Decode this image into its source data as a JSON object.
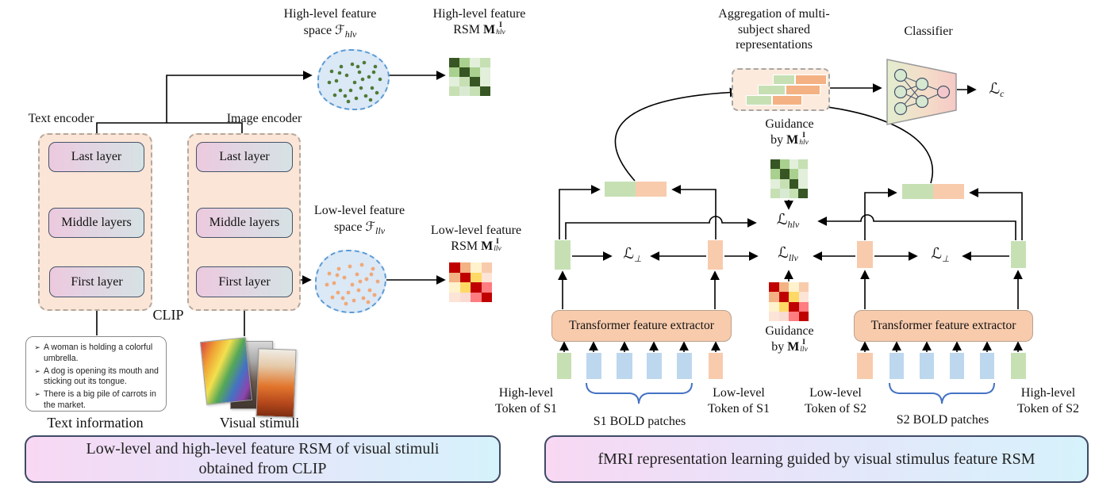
{
  "colors": {
    "token_green": "#c6e0b4",
    "token_orange": "#f8cbad",
    "token_blue": "#bdd7ee",
    "peach_fill": "#fbe5d6",
    "caption_left_color": "#f8d8f3",
    "caption_right_color": "#d6f2fb",
    "blob_fill": "#dbe8f6",
    "dot_green": "#4e7a34",
    "dot_orange": "#f0a878"
  },
  "left": {
    "hlv_space": {
      "line1": "High-level feature",
      "prefix": "space ",
      "symbol": "ℱ",
      "sub": "hlv"
    },
    "hlv_rsm": {
      "line1": "High-level feature",
      "prefix": "RSM ",
      "symbol": "M",
      "sup": "I",
      "sub": "hlv"
    },
    "llv_space": {
      "line1": "Low-level feature",
      "prefix": "space ",
      "symbol": "ℱ",
      "sub": "llv"
    },
    "llv_rsm": {
      "line1": "Low-level feature",
      "prefix": "RSM ",
      "symbol": "M",
      "sup": "I",
      "sub": "llv"
    },
    "text_encoder": "Text encoder",
    "image_encoder": "Image encoder",
    "clip": "CLIP",
    "layers": [
      "Last layer",
      "Middle layers",
      "First layer"
    ],
    "bullet": "➢",
    "text_items": [
      "A woman is holding a colorful umbrella.",
      "A dog is opening its mouth and sticking out its tongue.",
      "There is a big pile of carrots in the market."
    ],
    "text_information": "Text information",
    "visual_stimuli": "Visual stimuli",
    "caption": "Low-level and high-level feature RSM of visual stimuli obtained from CLIP"
  },
  "right": {
    "aggregation": "Aggregation of multi-subject shared representations",
    "classifier": "Classifier",
    "loss_c": {
      "symbol": "ℒ",
      "sub": "c"
    },
    "loss_hlv": {
      "symbol": "ℒ",
      "sub": "hlv"
    },
    "loss_llv": {
      "symbol": "ℒ",
      "sub": "llv"
    },
    "loss_orth": {
      "symbol": "ℒ",
      "sub": "⊥"
    },
    "guidance_hlv": {
      "line1": "Guidance",
      "prefix": "by ",
      "symbol": "M",
      "sup": "I",
      "sub": "hlv"
    },
    "guidance_llv": {
      "line1": "Guidance",
      "prefix": "by ",
      "symbol": "M",
      "sup": "I",
      "sub": "llv"
    },
    "transformer": "Transformer feature extractor",
    "s1_high_token": "High-level Token of S1",
    "s1_bold": "S1 BOLD patches",
    "s1_low_token": "Low-level Token of S1",
    "s2_low_token": "Low-level Token of S2",
    "s2_bold": "S2 BOLD patches",
    "s2_high_token": "High-level Token of S2",
    "caption": "fMRI representation learning guided by visual stimulus feature RSM"
  },
  "matrices": {
    "hlv": [
      [
        "#375623",
        "#a9d08e",
        "#e2efda",
        "#c6e0b4"
      ],
      [
        "#a9d08e",
        "#375623",
        "#a9d08e",
        "#e2efda"
      ],
      [
        "#e2efda",
        "#c6e0b4",
        "#375623",
        "#e2efda"
      ],
      [
        "#c6e0b4",
        "#d9ead3",
        "#c6e0b4",
        "#375623"
      ]
    ],
    "llv": [
      [
        "#c00000",
        "#f4b183",
        "#fff2cc",
        "#f8cbad"
      ],
      [
        "#f4b183",
        "#c00000",
        "#ffd966",
        "#fce4d6"
      ],
      [
        "#fff2cc",
        "#ffd966",
        "#c00000",
        "#ff7c80"
      ],
      [
        "#fce4d6",
        "#fadbd2",
        "#ff7c80",
        "#c00000"
      ]
    ]
  }
}
